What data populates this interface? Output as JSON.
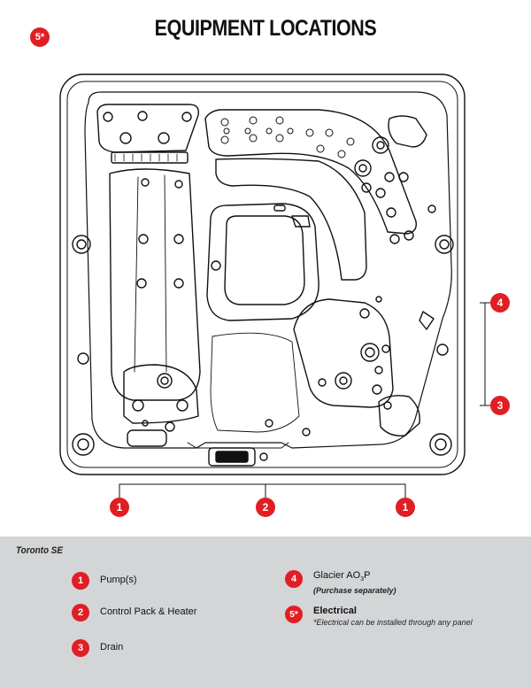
{
  "title": "EQUIPMENT LOCATIONS",
  "corner_badge": "5*",
  "callouts": {
    "right_top": "4",
    "right_bottom": "3",
    "bottom_left": "1",
    "bottom_mid": "2",
    "bottom_right": "1"
  },
  "legend": {
    "model": "Toronto SE",
    "items": [
      {
        "num": "1",
        "label": "Pump(s)"
      },
      {
        "num": "2",
        "label": "Control Pack & Heater"
      },
      {
        "num": "3",
        "label": "Drain"
      },
      {
        "num": "4",
        "label_main": "Glacier AO",
        "label_sub": "3",
        "label_tail": "P",
        "note": "(Purchase separately)"
      },
      {
        "num": "5*",
        "label": "Electrical",
        "note": "*Electrical can be installed through any panel"
      }
    ]
  },
  "colors": {
    "accent": "#e01e24",
    "legend_bg": "#d3d5d7",
    "line": "#111111"
  }
}
